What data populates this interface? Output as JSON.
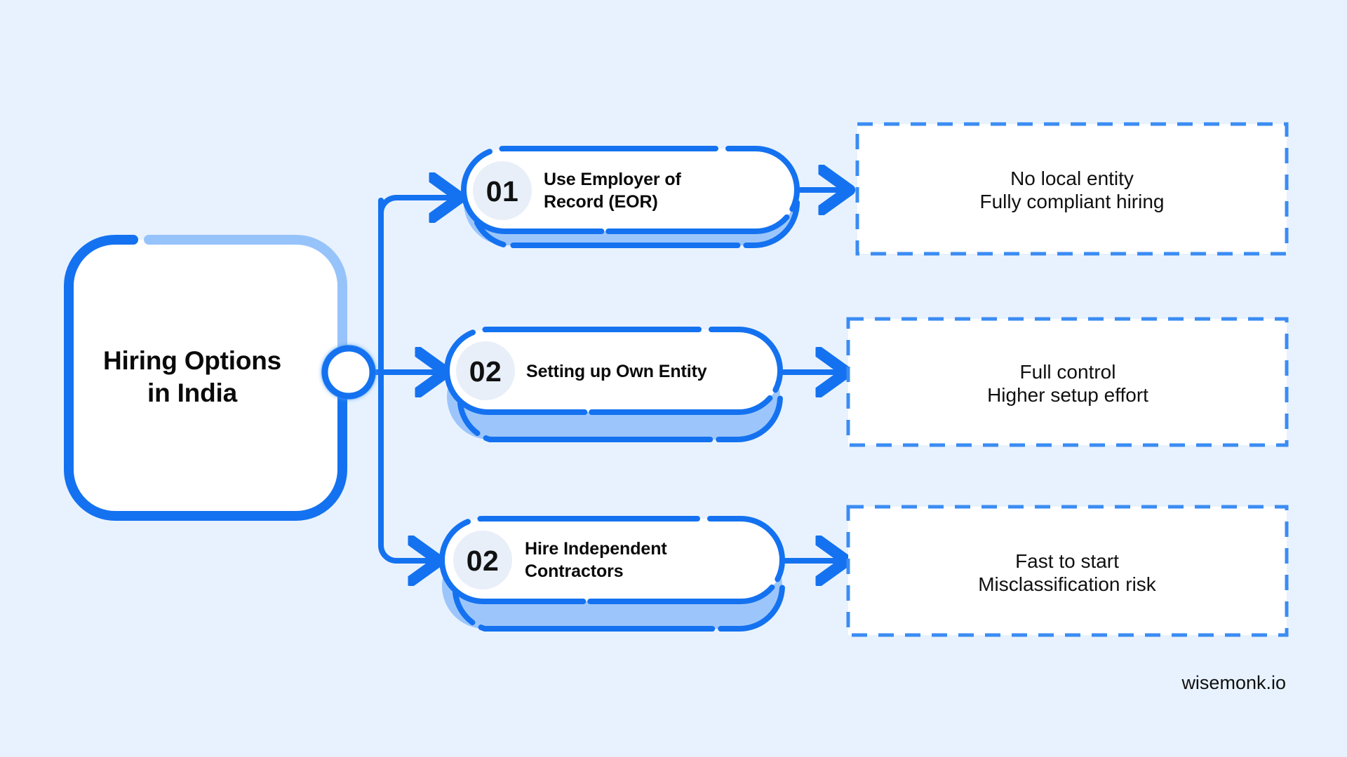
{
  "canvas": {
    "background_color": "#e8f2fe",
    "accent_color": "#1472f0",
    "accent_light_color": "#97c3fb",
    "card_fill_color": "#ffffff",
    "badge_fill_color": "#e8effa",
    "text_color": "#0a0a0a"
  },
  "root": {
    "title_line1": "Hiring Options",
    "title_line2": "in India"
  },
  "branches": [
    {
      "number": "01",
      "label_line1": "Use Employer of",
      "label_line2": "Record (EOR)",
      "outcome_line1": "No local entity",
      "outcome_line2": "Fully compliant hiring"
    },
    {
      "number": "02",
      "label_line1": "Setting up Own Entity",
      "label_line2": "",
      "outcome_line1": "Full control",
      "outcome_line2": "Higher setup effort"
    },
    {
      "number": "02",
      "label_line1": "Hire Independent",
      "label_line2": "Contractors",
      "outcome_line1": "Fast to start",
      "outcome_line2": "Misclassification risk"
    }
  ],
  "watermark": {
    "text": "wisemonk.io"
  }
}
